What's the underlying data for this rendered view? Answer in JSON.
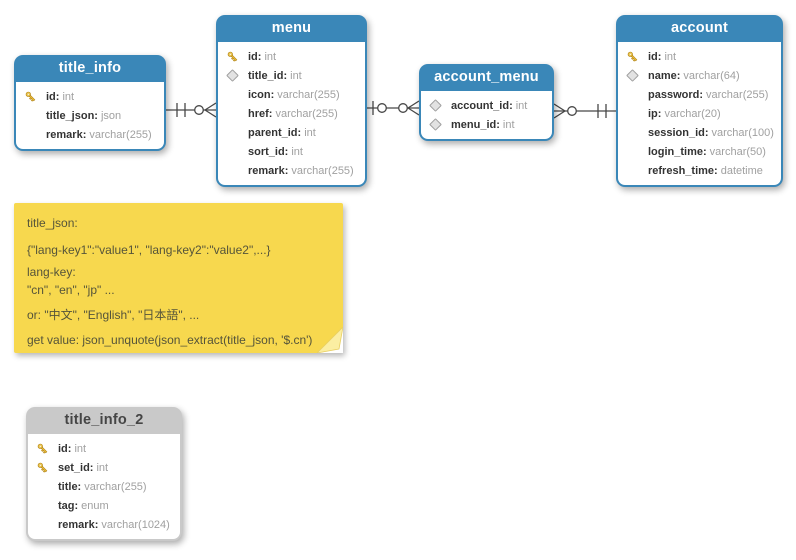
{
  "diagram": {
    "tables": [
      {
        "id": "title_info",
        "name": "title_info",
        "header_style": "blue",
        "fields": [
          {
            "icon": "key",
            "name": "id",
            "type": "int"
          },
          {
            "icon": "none",
            "name": "title_json",
            "type": "json"
          },
          {
            "icon": "none",
            "name": "remark",
            "type": "varchar(255)"
          }
        ]
      },
      {
        "id": "menu",
        "name": "menu",
        "header_style": "blue",
        "fields": [
          {
            "icon": "key",
            "name": "id",
            "type": "int"
          },
          {
            "icon": "diamond",
            "name": "title_id",
            "type": "int"
          },
          {
            "icon": "none",
            "name": "icon",
            "type": "varchar(255)"
          },
          {
            "icon": "none",
            "name": "href",
            "type": "varchar(255)"
          },
          {
            "icon": "none",
            "name": "parent_id",
            "type": "int"
          },
          {
            "icon": "none",
            "name": "sort_id",
            "type": "int"
          },
          {
            "icon": "none",
            "name": "remark",
            "type": "varchar(255)"
          }
        ]
      },
      {
        "id": "account_menu",
        "name": "account_menu",
        "header_style": "blue",
        "fields": [
          {
            "icon": "diamond",
            "name": "account_id",
            "type": "int"
          },
          {
            "icon": "diamond",
            "name": "menu_id",
            "type": "int"
          }
        ]
      },
      {
        "id": "account",
        "name": "account",
        "header_style": "blue",
        "fields": [
          {
            "icon": "key",
            "name": "id",
            "type": "int"
          },
          {
            "icon": "diamond",
            "name": "name",
            "type": "varchar(64)"
          },
          {
            "icon": "none",
            "name": "password",
            "type": "varchar(255)"
          },
          {
            "icon": "none",
            "name": "ip",
            "type": "varchar(20)"
          },
          {
            "icon": "none",
            "name": "session_id",
            "type": "varchar(100)"
          },
          {
            "icon": "none",
            "name": "login_time",
            "type": "varchar(50)"
          },
          {
            "icon": "none",
            "name": "refresh_time",
            "type": "datetime"
          }
        ]
      },
      {
        "id": "title_info_2",
        "name": "title_info_2",
        "header_style": "gray",
        "fields": [
          {
            "icon": "key",
            "name": "id",
            "type": "int"
          },
          {
            "icon": "key",
            "name": "set_id",
            "type": "int"
          },
          {
            "icon": "none",
            "name": "title",
            "type": "varchar(255)"
          },
          {
            "icon": "none",
            "name": "tag",
            "type": "enum"
          },
          {
            "icon": "none",
            "name": "remark",
            "type": "varchar(1024)"
          }
        ]
      }
    ],
    "relationships": [
      {
        "from": "title_info",
        "to": "menu",
        "from_notation": "one-and-only-one (||)",
        "to_notation": "zero-or-many (o<)"
      },
      {
        "from": "menu",
        "to": "account_menu",
        "from_notation": "zero-or-one (|o)",
        "to_notation": "zero-or-many (o<)"
      },
      {
        "from": "account_menu",
        "to": "account",
        "from_notation": "zero-or-many (>o)",
        "to_notation": "one-and-only-one (||)"
      }
    ],
    "note": {
      "lines": [
        "title_json:",
        "{\"lang-key1\":\"value1\", \"lang-key2\":\"value2\",...}",
        "lang-key:",
        "\"cn\", \"en\", \"jp\" ...",
        "or: \"中文\", \"English\", \"日本語\", ...",
        "get value: json_unquote(json_extract(title_json, '$.cn')"
      ]
    },
    "colors": {
      "table_header_blue": "#3a87b8",
      "table_header_gray": "#c9c9c9",
      "note_yellow": "#f7d84e",
      "key_gold": "#f2c239",
      "connector": "#474747"
    }
  }
}
